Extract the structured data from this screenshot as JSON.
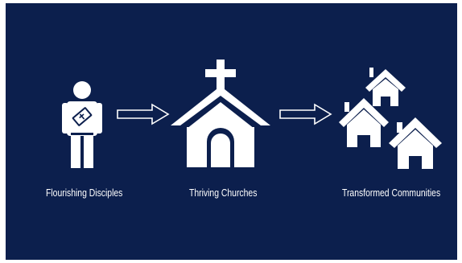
{
  "slide": {
    "background": "#0c1f4d",
    "foreground": "#ffffff",
    "steps": [
      {
        "icon": "person-with-bible-icon",
        "label": "Flourishing Disciples"
      },
      {
        "icon": "church-icon",
        "label": "Thriving Churches"
      },
      {
        "icon": "houses-icon",
        "label": "Transformed Communities"
      }
    ],
    "connectors": [
      "arrow-right-icon",
      "arrow-right-icon"
    ]
  }
}
